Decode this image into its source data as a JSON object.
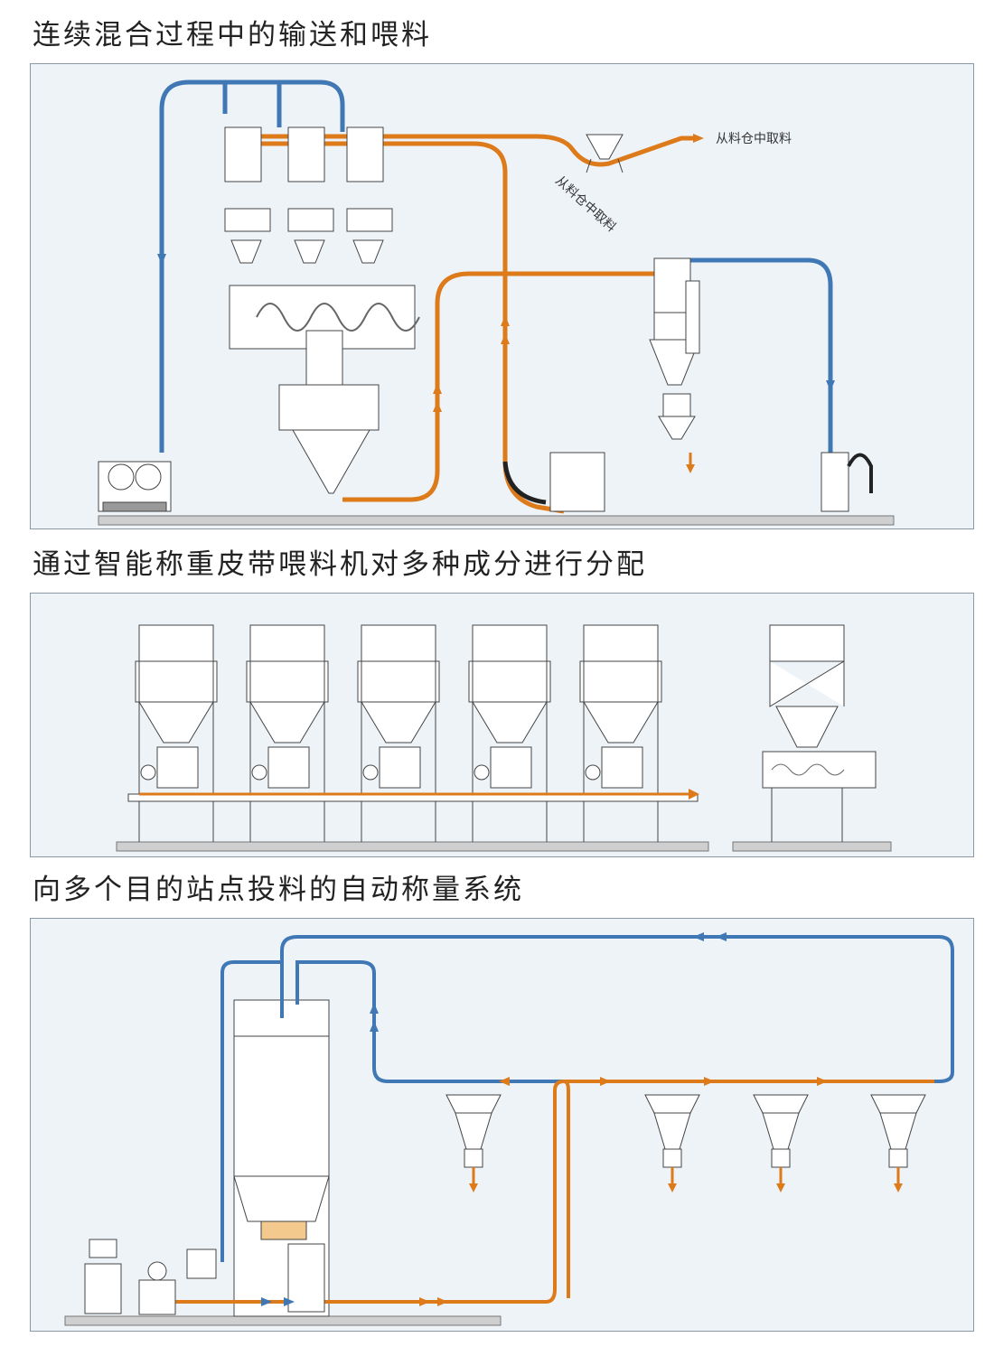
{
  "sections": [
    {
      "title": "连续混合过程中的输送和喂料",
      "labels": {
        "source_right": "从料仓中取料",
        "source_diag": "从料仓中取料"
      }
    },
    {
      "title": "通过智能称重皮带喂料机对多种成分进行分配"
    },
    {
      "title": "向多个目的站点投料的自动称量系统"
    }
  ],
  "colors": {
    "vacuum_line": "#3f78b5",
    "material_line": "#dd7a1a",
    "panel_bg": "#eef3f8",
    "equipment": "#444444"
  },
  "icons": [
    "flow-arrow-icon",
    "blower-icon",
    "hopper-icon",
    "control-cabinet-icon"
  ]
}
